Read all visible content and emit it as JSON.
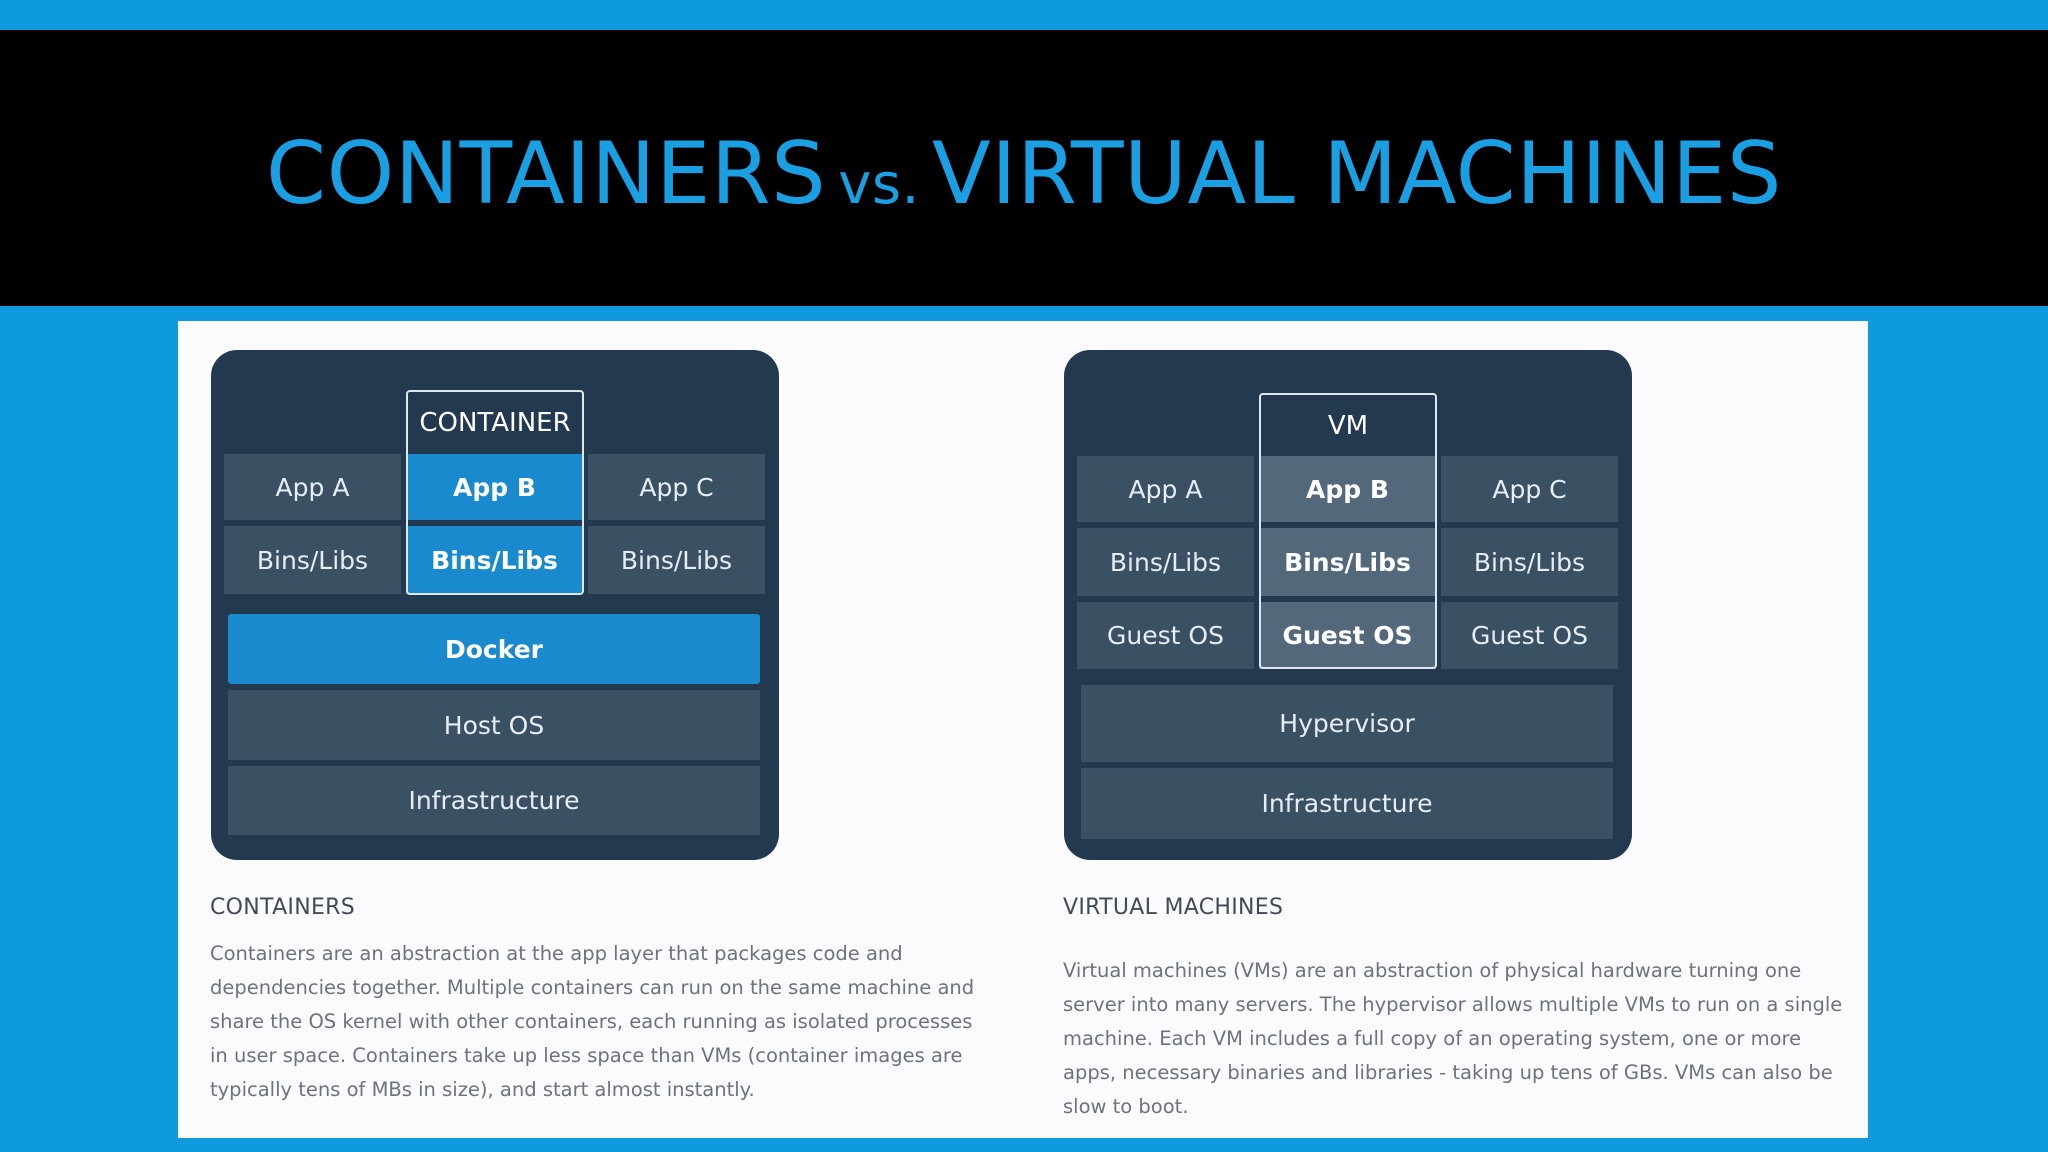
{
  "slide": {
    "title_left": "CONTAINERS",
    "title_vs": "vs.",
    "title_right": "VIRTUAL MACHINES"
  },
  "containers": {
    "frame_label": "CONTAINER",
    "apps": [
      "App A",
      "App B",
      "App C"
    ],
    "libs": [
      "Bins/Libs",
      "Bins/Libs",
      "Bins/Libs"
    ],
    "docker": "Docker",
    "host_os": "Host OS",
    "infrastructure": "Infrastructure",
    "heading": "CONTAINERS",
    "description": "Containers are an abstraction at the app layer that packages code and dependencies together. Multiple containers can run on the same machine and share the OS kernel with other containers, each running as isolated processes in user space. Containers take up less space than VMs (container images are typically tens of MBs in size), and start almost instantly."
  },
  "vms": {
    "frame_label": "VM",
    "apps": [
      "App A",
      "App B",
      "App C"
    ],
    "libs": [
      "Bins/Libs",
      "Bins/Libs",
      "Bins/Libs"
    ],
    "guest_os": [
      "Guest OS",
      "Guest OS",
      "Guest OS"
    ],
    "hypervisor": "Hypervisor",
    "infrastructure": "Infrastructure",
    "heading": "VIRTUAL MACHINES",
    "description": "Virtual machines (VMs) are an abstraction of physical hardware turning one server into many servers. The hypervisor allows multiple VMs to run on a single machine. Each VM includes a full copy of an operating system, one or more apps, necessary binaries and libraries - taking up tens of GBs. VMs can also be slow to boot."
  },
  "colors": {
    "background": "#0f9ade",
    "title": "#1a9fe3",
    "diagram_bg": "#22394f",
    "cell": "#3a5163",
    "docker_blue": "#1a8ace"
  }
}
